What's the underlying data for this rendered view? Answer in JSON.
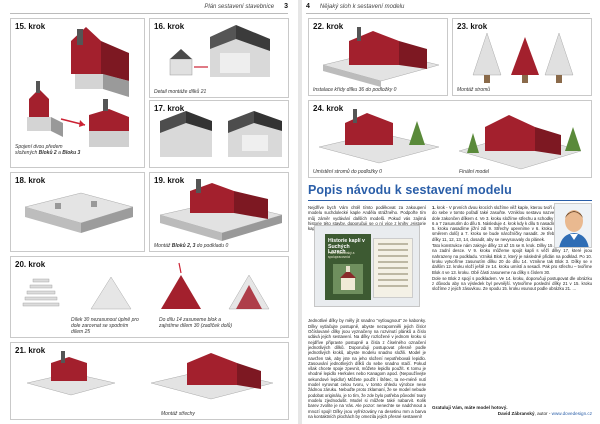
{
  "left_page": {
    "running_head": "Plán sestavení stavebnice",
    "page_number": "3",
    "steps": [
      {
        "label": "15. krok",
        "caption_pre": "Spojení dvou předem složených ",
        "caption_bold": "Bloků 2",
        "caption_mid": " a ",
        "caption_bold2": "Bloku 3"
      },
      {
        "label": "16. krok",
        "caption": "Detail montáže dílků 21"
      },
      {
        "label": "17. krok",
        "caption": ""
      },
      {
        "label": "18. krok",
        "caption": ""
      },
      {
        "label": "19. krok",
        "caption_pre": "Montáž ",
        "caption_bold": "Bloků 2, 3",
        "caption_mid": " do podkladu 0"
      },
      {
        "label": "20. krok",
        "caption_a": "Dílek 30 nezasunout úplně pro dole zarovnat se spodním dílem 25",
        "caption_b": "Do dílu 14 zasuneme blok a zajistíme dílem 30 (zadíček dolů)"
      },
      {
        "label": "21. krok",
        "caption": "Montáž střechy"
      }
    ]
  },
  "right_page": {
    "running_head": "Nějaký sloh k sestavení modelu",
    "page_number": "4",
    "steps": [
      {
        "label": "22. krok",
        "caption": "Instalace křídy dílku 36 do podložky 0"
      },
      {
        "label": "23. krok",
        "caption": "Montáž stromů"
      },
      {
        "label": "24. krok",
        "caption_a": "Umístění stromů do podložky 0",
        "caption_b": "Finální model"
      }
    ],
    "article": {
      "title": "Popis návodu k sestavení modelu",
      "intro": "Nejdříve bych Vám chtěl tímto poděkovat za zakoupení modelu suchdolecké kaple Anděla strážného. Podpořte tím můj záměr vydávání dalších modelů. Pokud vás zajímá historie této stavby, doporučuji se o ní více z knihy „Historie kaplí v Suchých Lazech\".",
      "book": {
        "cover_title": "Historie kaplí v Suchých Lazech",
        "cover_subtitle": "Pavel Zábranský a spolupracovníci"
      },
      "col_a_body": "Jednotlivé dílky by měly jít snadno \"vytlougnout\" ze kabonky. Dílky vytlačujte postupně, abyste nezapomněli jejich číslo! Očíslované dílky jsou vyznačeny na rozvinutí plánků a číslo udává jejich sestavení. Na dílky rozložené v jednom kroku si nejdříve připravte postupně a čísla z číselného označení jednotlivých dílků. Doporučuji postupovat přesně podle jednotlivých kroků, abyste modelu snadno složili. Model je navržen tak, aby jste na jeho složení nepotřebovali lepidlo. Zasouvání jednotlivých dílků do sebe snadno stačí. Pokud však chcete spoje zpevnit, můžete lepidlo použít. K tomu je vhodné lepidlo Herkules nebo Kanagom apod. (Nepoužívejte sekundové lepidlo!) Můžete použít i štětec, ta ne-méně nutí model vyrovnat celou tvoru, v tomto ohledu výrobce nese žádnou záruku. Nebuďte proto zklamaní, že se model nebude podobat originálu, je to tím, že zde bylo potřeba původní tvary modelu zjednodušit. Model si můžete také nabarvit. Kolik barev zvolíte je na Vás. Ale pozor: nenechte se nadchnout a mnozí spojí! Dílky jsou vyfrézovány na desetinu mm a barva na kontaktních plochách by omezila jejich přesné sestavení!",
      "col_b_steps": [
        {
          "num": "1.",
          "text": "krok - V prvních dvou krocích složíme věž kaple, kterou tvoří dílky 1, 2, 3, 4. Dílky do sebe v tomto pořadí také zasuňte. Vzniklou sestavu nazveme Blok 1, který je dole zakončen dílkem 4. Ve 3. kroku složíme střechu a schodky do kaple ze tří dílků 6 a 7 zasunutím do dílu 5. Následuje 4. krok kdy k dílu 5 nasadíme severní zdi 8. Ve 5. kroku nasadíme jižní zdi 9. Střechy upevníme v 6. kroku dílkem 10 (zadíček směrem dolů) a 7. kroku se bude nárožníčky nasadit. Je třeba do prostoru mezi dílky 11, 12, 13, 14, dosadit, aby se nevysouvaly do plánek."
        },
        {
          "num": "",
          "text": "Tato konstrukce nám zakryje dílky 13 až 15 se 8. krok. Dílky 15 a 16 jsou postaveny na zadní desce. V 9. kroku můžeme spojit kapli s věží dílky 17, které jsou nahrazeny na podkladu. Vzniká Blok 2, který je následně přidán na podklad. Po 10. kroku vytvoříme zasunutím dílku 20 do dílu 14. Vznikne tak Blok 3. Dílky se v dalším 12. kroku vloží ještě ze 14. kroku umístí a sesadí. Pak pro střechu – tvoříme Blok 4 ve 13. kroku. Obě části zasuneme na dílky s číslem 30."
        },
        {
          "num": "",
          "text": "Dole se Blok 2 spojí s podkladem. Ve 14. kroku, doporučuji postupovat dle obrázku z důvodu aby na výsledek byl pevnější. Vytvoříme poslední dílky 21 v 15. kroku složíme z jejich zásuvkou. Ze spodu 15. kroku vsunout podle obrázku 21. ..."
        }
      ],
      "credits_label": "Gratuluji Vám, máte model hotový.",
      "author": "David Zábranský",
      "author_role": ", autor -",
      "url": "www.dovedesign.cz"
    }
  },
  "colors": {
    "accent": "#2a5ea8",
    "roof_red": "#a3202d",
    "wall_grey": "#c9c9c9",
    "wall_light": "#e7e7e7",
    "shadow_dark": "#4a4a4a",
    "tree_green": "#5a8a3a"
  }
}
